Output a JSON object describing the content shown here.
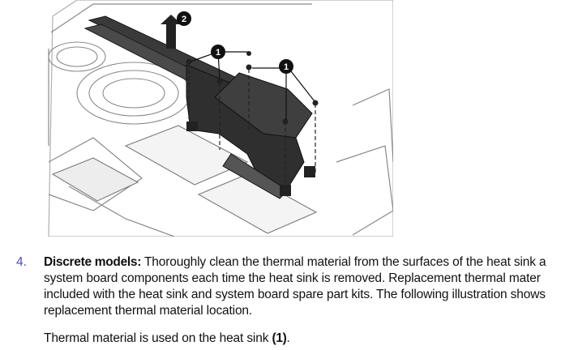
{
  "illustration": {
    "callouts": [
      "1",
      "1",
      "2"
    ],
    "colors": {
      "heatsink": "#3a3a3a",
      "chassis": "#9a9a9a",
      "background": "#ffffff"
    }
  },
  "step": {
    "number": "4.",
    "label": "Discrete models:",
    "line1": " Thoroughly clean the thermal material from the surfaces of the heat sink a",
    "line2": "system board components each time the heat sink is removed. Replacement thermal mater",
    "line3": "included with the heat sink and system board spare part kits. The following illustration shows",
    "line4": "replacement thermal material location."
  },
  "note": {
    "text_before": "Thermal material is used on the heat sink ",
    "ref": "(1)",
    "text_after": "."
  },
  "theme": {
    "step_number_color": "#4a4ad0",
    "text_color": "#111111"
  }
}
